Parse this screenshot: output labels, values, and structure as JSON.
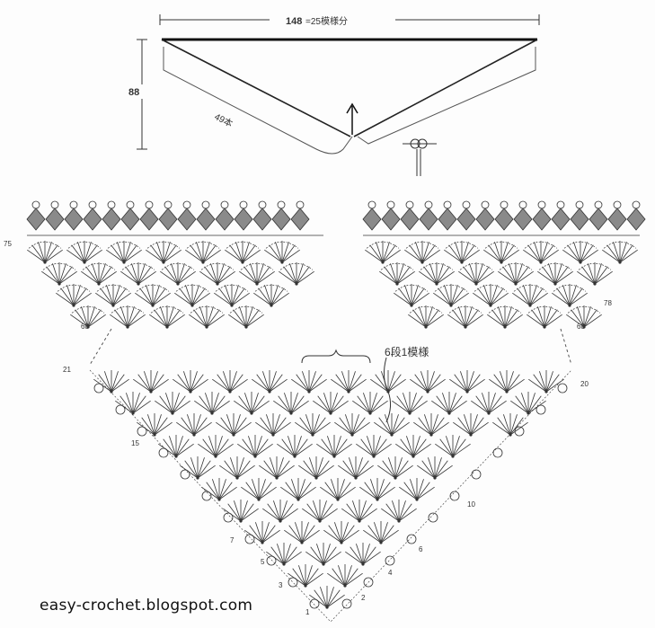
{
  "schematic": {
    "top_width_label": "148",
    "top_width_detail": "=25模様分",
    "height_label": "88",
    "fringe_label": "49本"
  },
  "chart": {
    "repeat_label": "6段1模様",
    "row_labels_left": [
      "75",
      "68",
      "21",
      "15",
      "7",
      "5",
      "3",
      "1"
    ],
    "row_labels_right": [
      "78",
      "68",
      "20",
      "10",
      "6",
      "4",
      "2"
    ]
  },
  "watermark": "easy-crochet.blogspot.com",
  "colors": {
    "line": "#333333",
    "shade": "#8a8a8a",
    "background": "#fdfdfd"
  }
}
